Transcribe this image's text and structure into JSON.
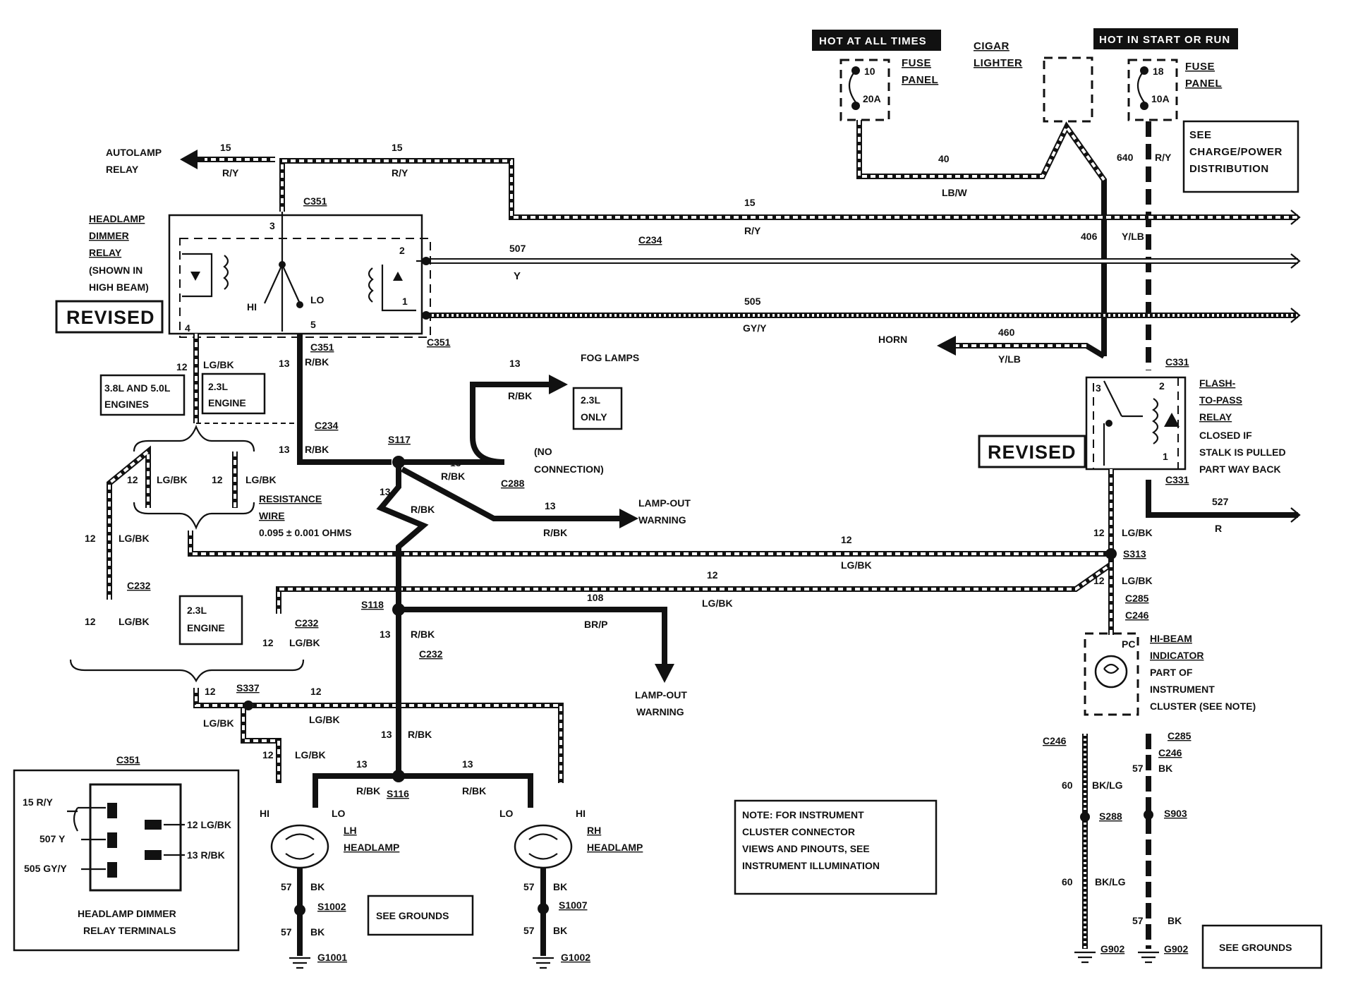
{
  "power": {
    "hot_at_all_times": "HOT AT ALL TIMES",
    "hot_in_start_or_run": "HOT IN START OR RUN",
    "fuse_panel_1": "FUSE",
    "fuse_panel_2": "PANEL",
    "fuse_a_num": "10",
    "fuse_a_amp": "20A",
    "fuse_b_num": "18",
    "fuse_b_amp": "10A",
    "cigar_1": "CIGAR",
    "cigar_2": "LIGHTER",
    "see_charge_1": "SEE",
    "see_charge_2": "CHARGE/POWER",
    "see_charge_3": "DISTRIBUTION"
  },
  "wires": {
    "w40": "40",
    "lbw": "LB/W",
    "w640": "640",
    "ry": "R/Y",
    "w15": "15",
    "w406": "406",
    "ylb": "Y/LB",
    "w507": "507",
    "y": "Y",
    "w505": "505",
    "gyy": "GY/Y",
    "w460": "460",
    "w13": "13",
    "rbk": "R/BK",
    "w12": "12",
    "lgbk": "LG/BK",
    "w527": "527",
    "r": "R",
    "w108": "108",
    "brp": "BR/P",
    "w57": "57",
    "bk": "BK",
    "w60": "60",
    "bklg": "BK/LG"
  },
  "connectors": {
    "c351": "C351",
    "c234": "C234",
    "c288": "C288",
    "c232": "C232",
    "c331": "C331",
    "c285": "C285",
    "c246": "C246",
    "s117": "S117",
    "s118": "S118",
    "s116": "S116",
    "s337": "S337",
    "s313": "S313",
    "s288": "S288",
    "s903": "S903",
    "s1002": "S1002",
    "s1007": "S1007",
    "g1001": "G1001",
    "g1002": "G1002",
    "g902": "G902"
  },
  "relay": {
    "autolamp_1": "AUTOLAMP",
    "autolamp_2": "RELAY",
    "dimmer_1": "HEADLAMP",
    "dimmer_2": "DIMMER",
    "dimmer_3": "RELAY",
    "dimmer_4": "(SHOWN IN",
    "dimmer_5": "HIGH BEAM)",
    "revised": "REVISED",
    "hi": "HI",
    "lo": "LO",
    "pin1": "1",
    "pin2": "2",
    "pin3": "3",
    "pin4": "4",
    "pin5": "5",
    "horn": "HORN",
    "flash_1": "FLASH-",
    "flash_2": "TO-PASS",
    "flash_3": "RELAY",
    "closed_1": "CLOSED IF",
    "closed_2": "STALK IS PULLED",
    "closed_3": "PART WAY BACK"
  },
  "engines": {
    "e3850_1": "3.8L AND 5.0L",
    "e3850_2": "ENGINES",
    "e23_1": "2.3L",
    "e23_2": "ENGINE",
    "e23only_1": "2.3L",
    "e23only_2": "ONLY",
    "resistance_1": "RESISTANCE",
    "resistance_2": "WIRE",
    "resistance_3": "0.095 ± 0.001 OHMS"
  },
  "lamps": {
    "fog": "FOG LAMPS",
    "noconn_1": "(NO",
    "noconn_2": "CONNECTION)",
    "lampout_1": "LAMP-OUT",
    "lampout_2": "WARNING",
    "hibeam_1": "HI-BEAM",
    "hibeam_2": "INDICATOR",
    "hibeam_3": "PART OF",
    "hibeam_4": "INSTRUMENT",
    "hibeam_5": "CLUSTER (SEE NOTE)",
    "pc": "PC",
    "hi": "HI",
    "lo": "LO",
    "lh_1": "LH",
    "lh_2": "HEADLAMP",
    "rh_1": "RH",
    "rh_2": "HEADLAMP"
  },
  "notes": {
    "note_1": "NOTE: FOR INSTRUMENT",
    "note_2": "CLUSTER CONNECTOR",
    "note_3": "VIEWS AND PINOUTS, SEE",
    "note_4": "INSTRUMENT ILLUMINATION",
    "see_grounds": "SEE GROUNDS"
  },
  "terminals": {
    "title": "C351",
    "t1": "15 R/Y",
    "t2": "507 Y",
    "t3": "505 GY/Y",
    "t4": "12 LG/BK",
    "t5": "13 R/BK",
    "cap_1": "HEADLAMP DIMMER",
    "cap_2": "RELAY  TERMINALS"
  }
}
